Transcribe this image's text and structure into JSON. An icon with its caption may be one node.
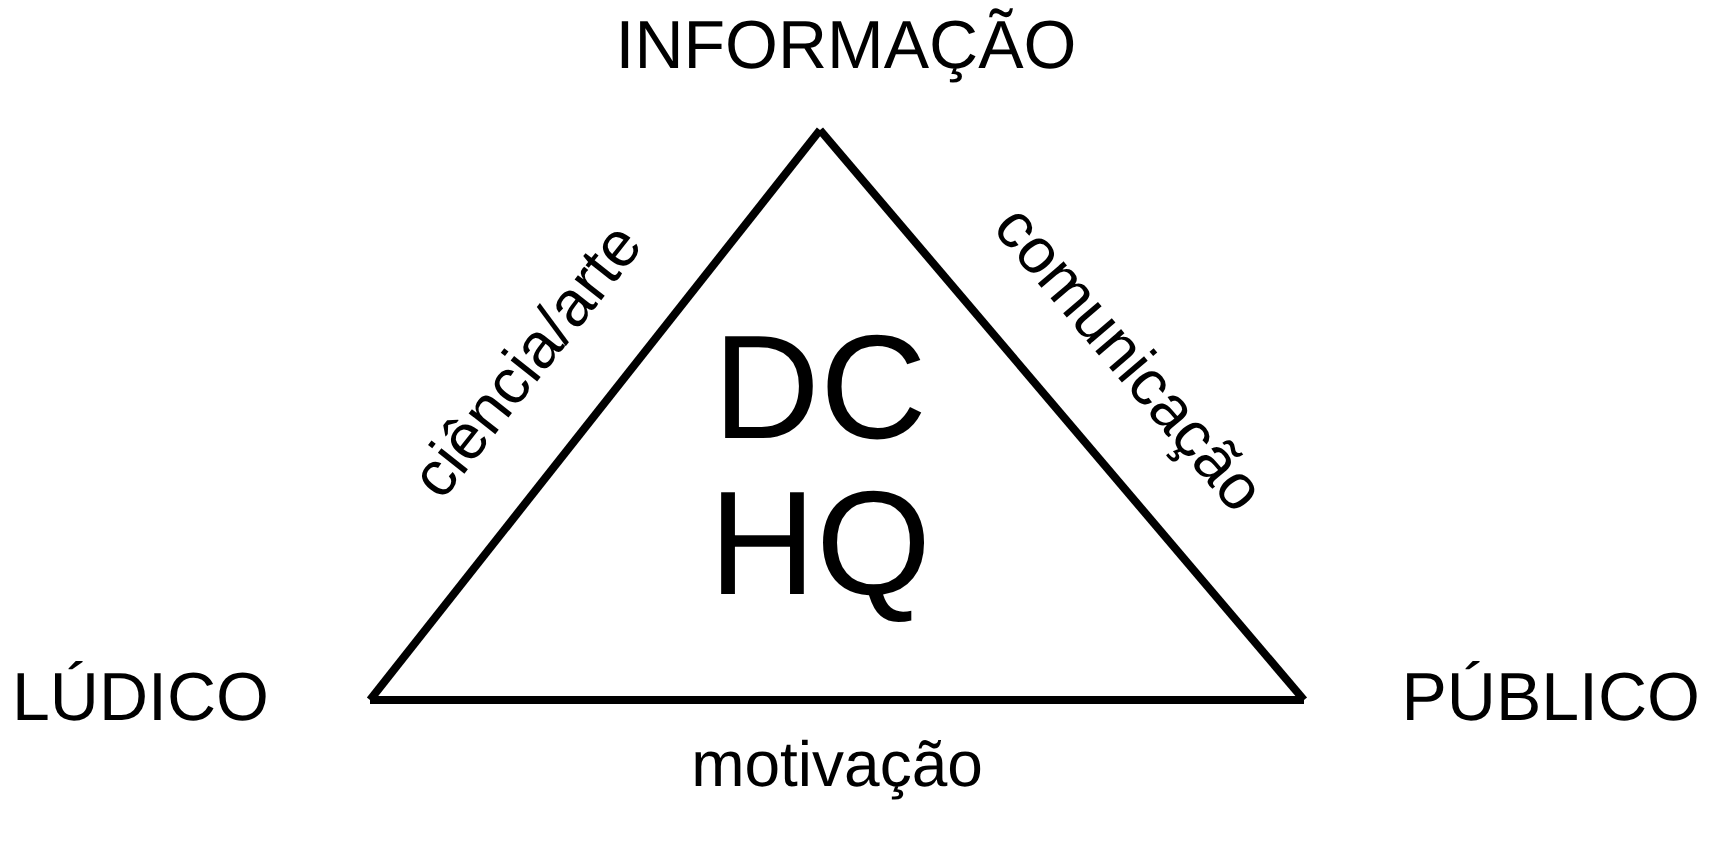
{
  "diagram": {
    "nodes": [
      {
        "text": [
          "INFORMAÇÃO"
        ]
      },
      {
        "text": [
          "LÚDICO"
        ]
      },
      {
        "text": [
          "PÚBLICO"
        ]
      }
    ],
    "edges": [
      {
        "from": 0,
        "to": 1,
        "arrow": "none",
        "label": "ciência/arte"
      },
      {
        "from": 0,
        "to": 2,
        "arrow": "none",
        "label": "comunicação"
      },
      {
        "from": 1,
        "to": 2,
        "arrow": "none",
        "label": "motivação"
      }
    ],
    "labels": [
      "DC HQ"
    ]
  }
}
